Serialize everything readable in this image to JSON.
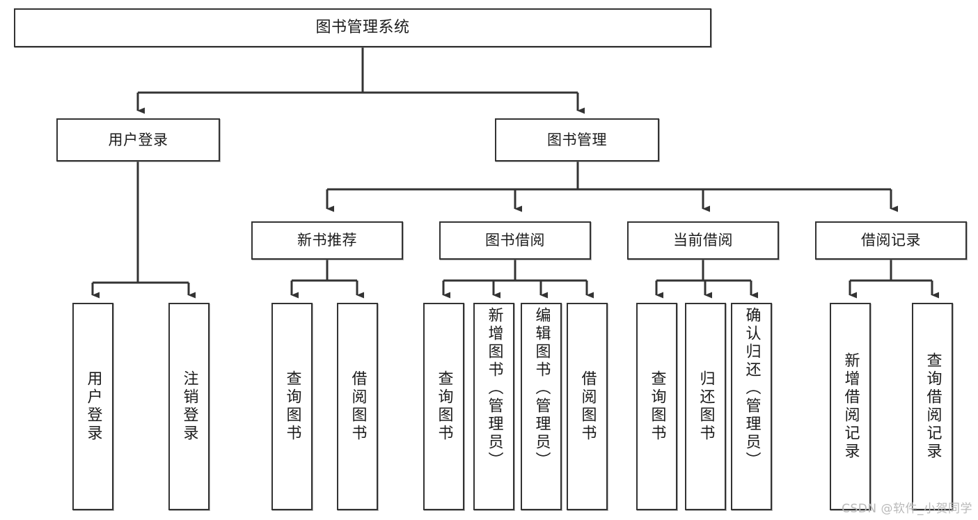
{
  "diagram": {
    "title": "图书管理系统",
    "type": "tree-hierarchy",
    "watermark": "CSDN @软件_小贺同学",
    "colors": {
      "box_border": "#333333",
      "box_fill": "#ffffff",
      "edge": "#333333",
      "text": "#1b1b1b",
      "watermark": "#b9b9b9"
    },
    "levels": {
      "level1_label": "图书管理系统",
      "level2": [
        "用户登录",
        "图书管理"
      ],
      "level3": [
        "新书推荐",
        "图书借阅",
        "当前借阅",
        "借阅记录"
      ]
    },
    "nodes": {
      "root": "图书管理系统",
      "user_login": "用户登录",
      "book_manage": "图书管理",
      "new_book_rec": "新书推荐",
      "book_borrow": "图书借阅",
      "current_borrow": "当前借阅",
      "borrow_record": "借阅记录",
      "leaf_user_login": "用户登录",
      "leaf_user_logout": "注销登录",
      "leaf_rec_query_book": "查询图书",
      "leaf_rec_borrow_book": "借阅图书",
      "leaf_borrow_query_book": "查询图书",
      "leaf_borrow_add_book": "新增图书（管理员）",
      "leaf_borrow_edit_book": "编辑图书（管理员）",
      "leaf_borrow_borrow_book": "借阅图书",
      "leaf_cur_query_book": "查询图书",
      "leaf_cur_return_book": "归还图书",
      "leaf_cur_confirm_return": "确认归还（管理员）",
      "leaf_rec_add_record": "新增借阅记录",
      "leaf_rec_query_record": "查询借阅记录"
    },
    "tree": {
      "name": "图书管理系统",
      "children": [
        {
          "name": "用户登录",
          "children": [
            {
              "name": "用户登录",
              "children": []
            },
            {
              "name": "注销登录",
              "children": []
            }
          ]
        },
        {
          "name": "图书管理",
          "children": [
            {
              "name": "新书推荐",
              "children": [
                {
                  "name": "查询图书",
                  "children": []
                },
                {
                  "name": "借阅图书",
                  "children": []
                }
              ]
            },
            {
              "name": "图书借阅",
              "children": [
                {
                  "name": "查询图书",
                  "children": []
                },
                {
                  "name": "新增图书（管理员）",
                  "children": []
                },
                {
                  "name": "编辑图书（管理员）",
                  "children": []
                },
                {
                  "name": "借阅图书",
                  "children": []
                }
              ]
            },
            {
              "name": "当前借阅",
              "children": [
                {
                  "name": "查询图书",
                  "children": []
                },
                {
                  "name": "归还图书",
                  "children": []
                },
                {
                  "name": "确认归还（管理员）",
                  "children": []
                }
              ]
            },
            {
              "name": "借阅记录",
              "children": [
                {
                  "name": "新增借阅记录",
                  "children": []
                },
                {
                  "name": "查询借阅记录",
                  "children": []
                }
              ]
            }
          ]
        }
      ]
    }
  }
}
